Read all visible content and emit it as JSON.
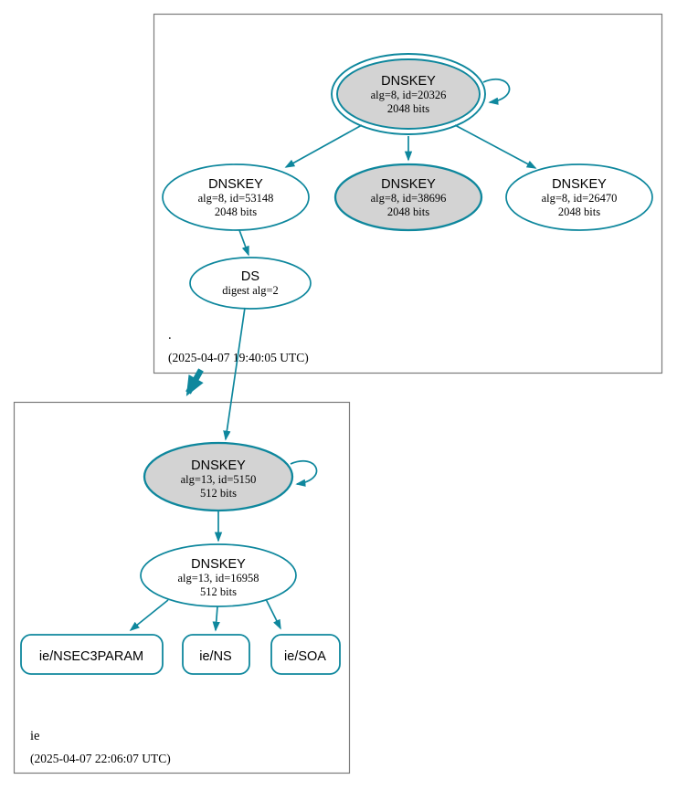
{
  "colors": {
    "secure_teal": "#0e879d",
    "sep_key_fill": "#d3d3d3",
    "node_fill": "#ffffff",
    "cluster_border": "#7a7a7a",
    "text": "#000000"
  },
  "zones": [
    {
      "label": ".",
      "timestamp": "(2025-04-07 19:40:05 UTC)",
      "nodes": {
        "ksk": {
          "title": "DNSKEY",
          "detail1": "alg=8, id=20326",
          "detail2": "2048 bits"
        },
        "zsk_53148": {
          "title": "DNSKEY",
          "detail1": "alg=8, id=53148",
          "detail2": "2048 bits"
        },
        "zsk_38696": {
          "title": "DNSKEY",
          "detail1": "alg=8, id=38696",
          "detail2": "2048 bits"
        },
        "zsk_26470": {
          "title": "DNSKEY",
          "detail1": "alg=8, id=26470",
          "detail2": "2048 bits"
        },
        "ds": {
          "title": "DS",
          "detail1": "digest alg=2"
        }
      }
    },
    {
      "label": "ie",
      "timestamp": "(2025-04-07 22:06:07 UTC)",
      "nodes": {
        "ksk": {
          "title": "DNSKEY",
          "detail1": "alg=13, id=5150",
          "detail2": "512 bits"
        },
        "zsk": {
          "title": "DNSKEY",
          "detail1": "alg=13, id=16958",
          "detail2": "512 bits"
        }
      },
      "rrsets": [
        "ie/NSEC3PARAM",
        "ie/NS",
        "ie/SOA"
      ]
    }
  ]
}
